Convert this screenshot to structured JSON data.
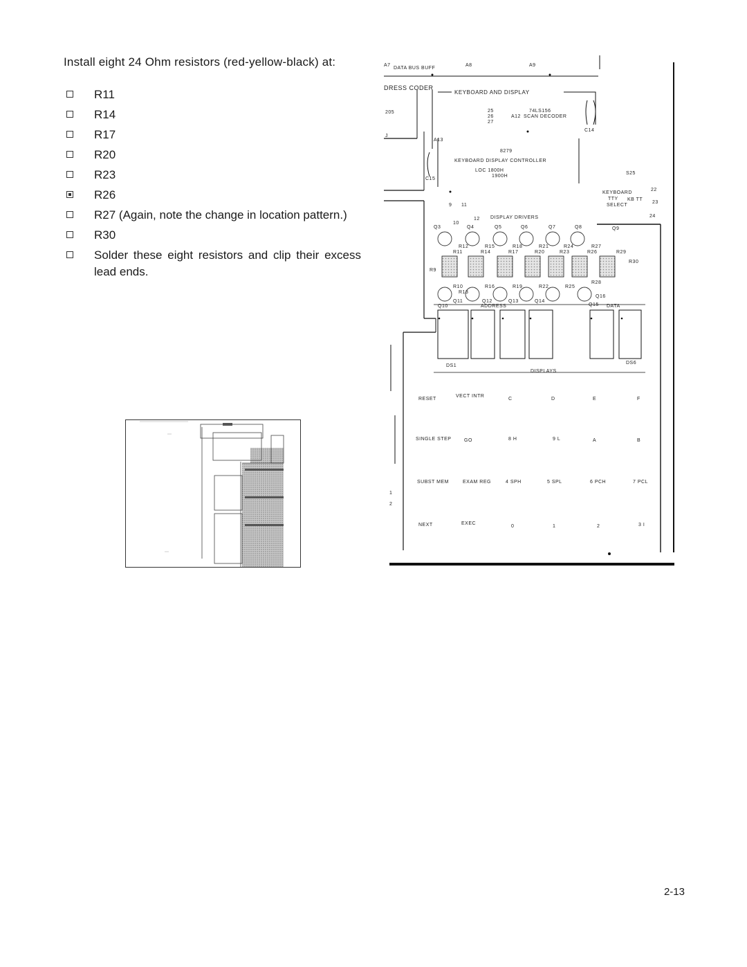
{
  "intro": "Install eight 24 Ohm resistors (red-yellow-black) at:",
  "steps": [
    {
      "label": "R11",
      "checked": false
    },
    {
      "label": "R14",
      "checked": false
    },
    {
      "label": "R17",
      "checked": false
    },
    {
      "label": "R20",
      "checked": false
    },
    {
      "label": "R23",
      "checked": false
    },
    {
      "label": "R26",
      "checked": true
    },
    {
      "label": "R27 (Again, note the change in location pattern.)",
      "checked": false
    },
    {
      "label": "R30",
      "checked": false
    },
    {
      "label": "Solder these eight resistors and clip their excess lead ends.",
      "checked": false
    }
  ],
  "board": {
    "top_labels": [
      "A7",
      "DATA BUS BUFF",
      "A8",
      "A9"
    ],
    "address_decoder": "DRESS CODER",
    "address_decoder_num": "205",
    "kbd_title": "KEYBOARD AND DISPLAY",
    "pins_left": [
      "25",
      "26",
      "27"
    ],
    "a12": "A12",
    "scan_decoder_part": "74LS156",
    "scan_decoder": "SCAN DECODER",
    "c14": "C14",
    "a13": "A13",
    "chip_8279": "8279",
    "kdc": "KEYBOARD DISPLAY CONTROLLER",
    "loc1": "LOC 1800H",
    "loc2": "1900H",
    "c15": "C15",
    "s25": "S25",
    "kbd_tty_select": [
      "KEYBOARD",
      "TTY",
      "SELECT"
    ],
    "kb_tt": "KB TT",
    "pins_right": [
      "22",
      "23",
      "24"
    ],
    "pins_9_11": [
      "9",
      "11"
    ],
    "pins_10_12": [
      "10",
      "12"
    ],
    "display_drivers": "DISPLAY DRIVERS",
    "q_top": [
      "Q3",
      "Q4",
      "Q5",
      "Q6",
      "Q7",
      "Q8",
      "Q9"
    ],
    "r_top": [
      "R11",
      "R12",
      "R14",
      "R15",
      "R17",
      "R18",
      "R20",
      "R21",
      "R23",
      "R24",
      "R26",
      "R27",
      "R29"
    ],
    "r_mid": [
      "R9",
      "R30"
    ],
    "r_bottom": [
      "R10",
      "R13",
      "R16",
      "R19",
      "R22",
      "R25",
      "R28"
    ],
    "q_bottom": [
      "Q10",
      "Q11",
      "Q12",
      "Q13",
      "Q14",
      "Q15",
      "Q16"
    ],
    "address": "ADDRESS",
    "data": "DATA",
    "ds1": "DS1",
    "ds6": "DS6",
    "displays": "DISPLAYS",
    "keys": [
      [
        "RESET",
        "VECT INTR",
        "C",
        "D",
        "E",
        "F"
      ],
      [
        "SINGLE STEP",
        "GO",
        "8 H",
        "9 L",
        "A",
        "B"
      ],
      [
        "SUBST MEM",
        "EXAM REG",
        "4 SPH",
        "5 SPL",
        "6 PCH",
        "7 PCL"
      ],
      [
        "NEXT",
        "EXEC",
        "0",
        "1",
        "2",
        "3 I"
      ]
    ],
    "left_marks": [
      "J",
      "1",
      "2"
    ]
  },
  "page_number": "2-13"
}
